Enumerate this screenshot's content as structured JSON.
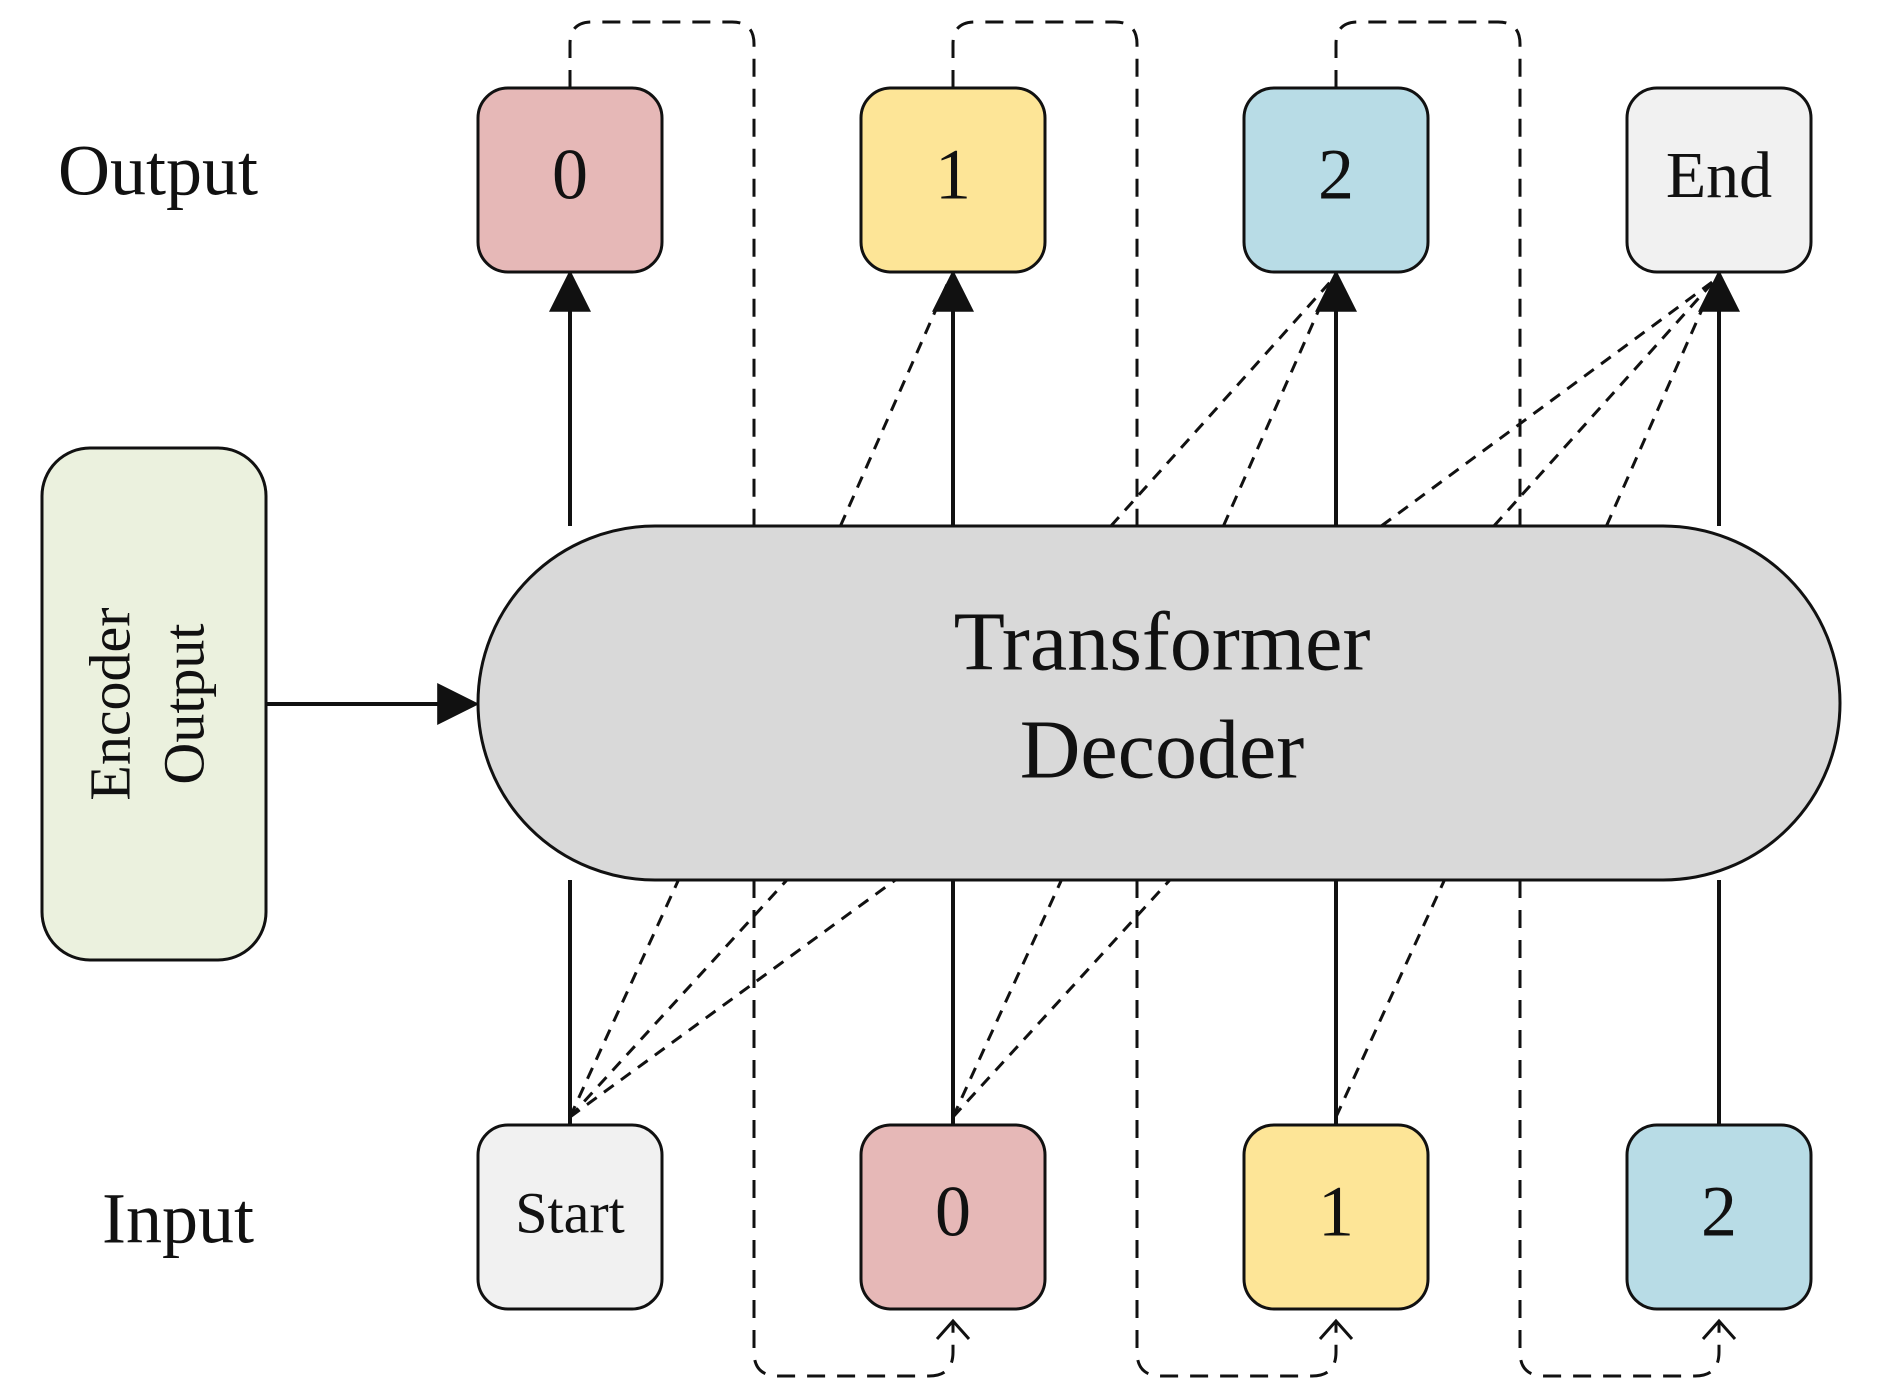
{
  "labels": {
    "output_row": "Output",
    "input_row": "Input",
    "encoder": [
      "Encoder",
      "Output"
    ],
    "decoder": [
      "Transformer",
      "Decoder"
    ]
  },
  "outputs": [
    {
      "label": "0",
      "color": "#e6b8b7"
    },
    {
      "label": "1",
      "color": "#fde597"
    },
    {
      "label": "2",
      "color": "#b8dce6"
    },
    {
      "label": "End",
      "color": "#f1f1f1"
    }
  ],
  "inputs": [
    {
      "label": "Start",
      "color": "#f1f1f1"
    },
    {
      "label": "0",
      "color": "#e6b8b7"
    },
    {
      "label": "1",
      "color": "#fde597"
    },
    {
      "label": "2",
      "color": "#b8dce6"
    }
  ],
  "colors": {
    "encoder_fill": "#ebf1de",
    "decoder_fill": "#d9d9d9",
    "stroke": "#111111"
  }
}
